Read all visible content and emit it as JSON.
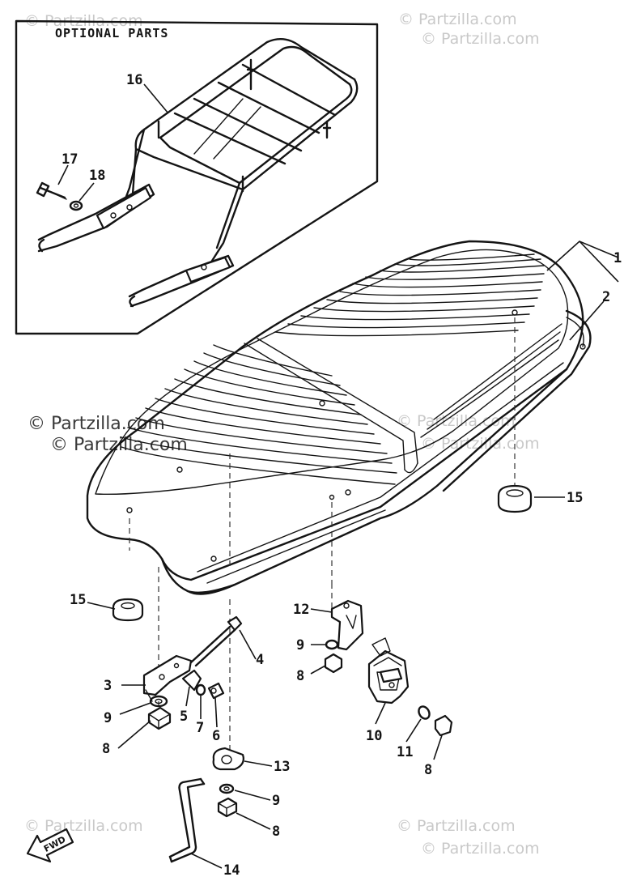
{
  "optional_box": {
    "title": "OPTIONAL PARTS"
  },
  "watermarks": {
    "light": "© Partzilla.com",
    "dark": "© Partzilla.com"
  },
  "fwd_label": "FWD",
  "callouts": {
    "c1": "1",
    "c2": "2",
    "c3": "3",
    "c4": "4",
    "c5": "5",
    "c6": "6",
    "c7": "7",
    "c8a": "8",
    "c8b": "8",
    "c8c": "8",
    "c8d": "8",
    "c9a": "9",
    "c9b": "9",
    "c9c": "9",
    "c10": "10",
    "c11": "11",
    "c12": "12",
    "c13": "13",
    "c14": "14",
    "c15a": "15",
    "c15b": "15",
    "c16": "16",
    "c17": "17",
    "c18": "18"
  }
}
